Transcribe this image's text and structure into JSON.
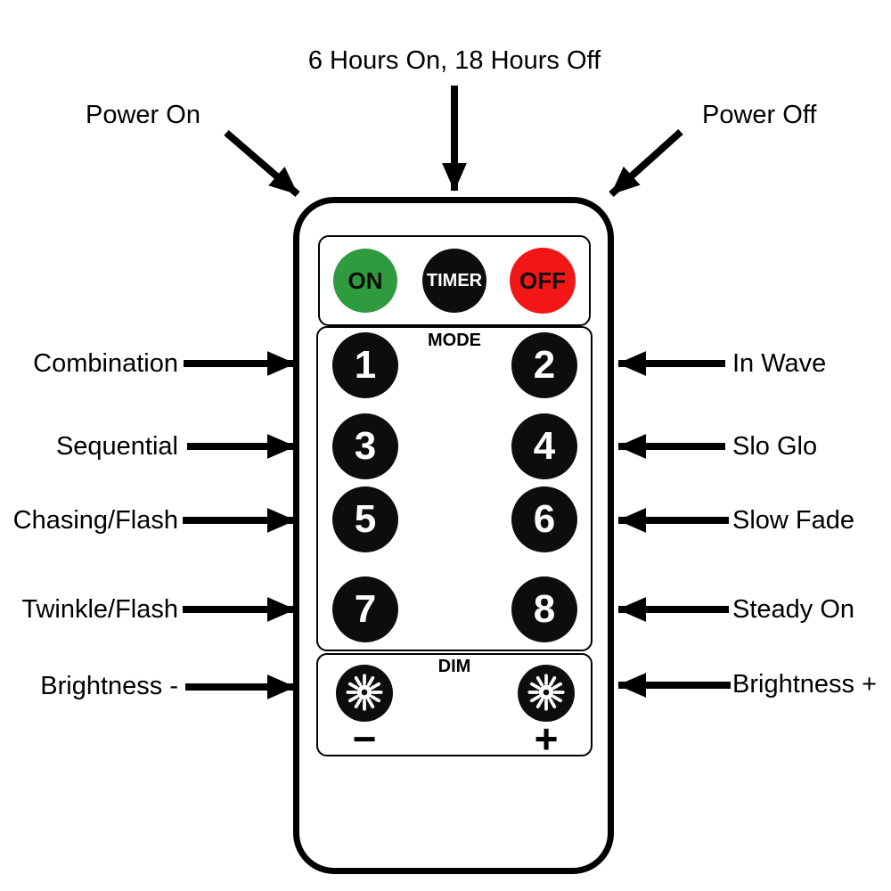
{
  "annotations": {
    "timer": "6 Hours On, 18 Hours Off",
    "power_on": "Power On",
    "power_off": "Power Off",
    "left": [
      {
        "label": "Combination"
      },
      {
        "label": "Sequential"
      },
      {
        "label": "Chasing/Flash"
      },
      {
        "label": "Twinkle/Flash"
      },
      {
        "label": "Brightness -"
      }
    ],
    "right": [
      {
        "label": "In Wave"
      },
      {
        "label": "Slo Glo"
      },
      {
        "label": "Slow Fade"
      },
      {
        "label": "Steady On"
      },
      {
        "label": "Brightness +"
      }
    ]
  },
  "remote": {
    "power": {
      "on": "ON",
      "timer": "TIMER",
      "off": "OFF"
    },
    "mode": {
      "label": "MODE",
      "buttons": [
        "1",
        "2",
        "3",
        "4",
        "5",
        "6",
        "7",
        "8"
      ]
    },
    "dim": {
      "label": "DIM",
      "minus": "−",
      "plus": "+"
    }
  },
  "colors": {
    "on_green": "#2e9b3e",
    "off_red": "#f11717",
    "button_black": "#0d0d0d",
    "arrow_black": "#000000"
  }
}
